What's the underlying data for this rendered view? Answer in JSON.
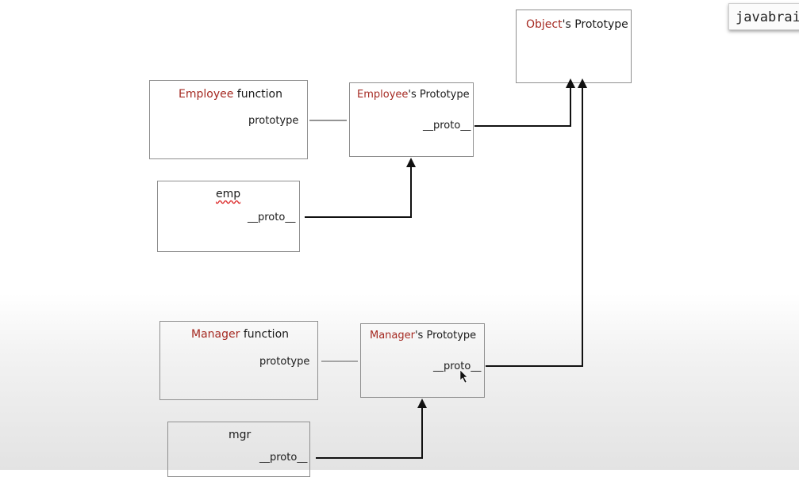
{
  "watermark": "javabrai",
  "nodes": {
    "object_proto": {
      "accent": "Object",
      "suffix": "'s Prototype"
    },
    "employee_fn": {
      "accent": "Employee",
      "suffix": " function",
      "field": "prototype"
    },
    "employee_proto": {
      "accent": "Employee",
      "suffix": "'s Prototype",
      "field": "__proto__"
    },
    "emp": {
      "title": "emp",
      "field": "__proto__"
    },
    "manager_fn": {
      "accent": "Manager",
      "suffix": " function",
      "field": "prototype"
    },
    "manager_proto": {
      "accent": "Manager",
      "suffix": "'s Prototype",
      "field": "__proto__"
    },
    "mgr": {
      "title": "mgr",
      "field": "__proto__"
    }
  },
  "colors": {
    "accent": "#a52a22",
    "box_border": "#8f8f8f",
    "line": "#111111"
  }
}
